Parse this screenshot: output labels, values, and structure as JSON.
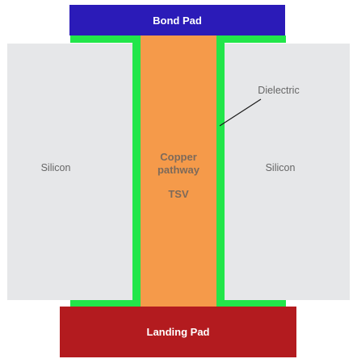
{
  "diagram": {
    "bond_pad": {
      "label": "Bond Pad",
      "color": "#2b1bb8",
      "text_color": "#ffffff"
    },
    "landing_pad": {
      "label": "Landing Pad",
      "color": "#b31b1f",
      "text_color": "#ffffff"
    },
    "silicon_left": {
      "label": "Silicon",
      "color": "#e6e7e9"
    },
    "silicon_right": {
      "label": "Silicon",
      "color": "#e6e7e9"
    },
    "dielectric": {
      "label": "Dielectric",
      "color": "#22e64a"
    },
    "copper": {
      "label_line1": "Copper",
      "label_line2": "pathway",
      "color": "#f59a4a",
      "text_color": "#7d6a5a"
    },
    "tsv": {
      "label": "TSV"
    }
  }
}
